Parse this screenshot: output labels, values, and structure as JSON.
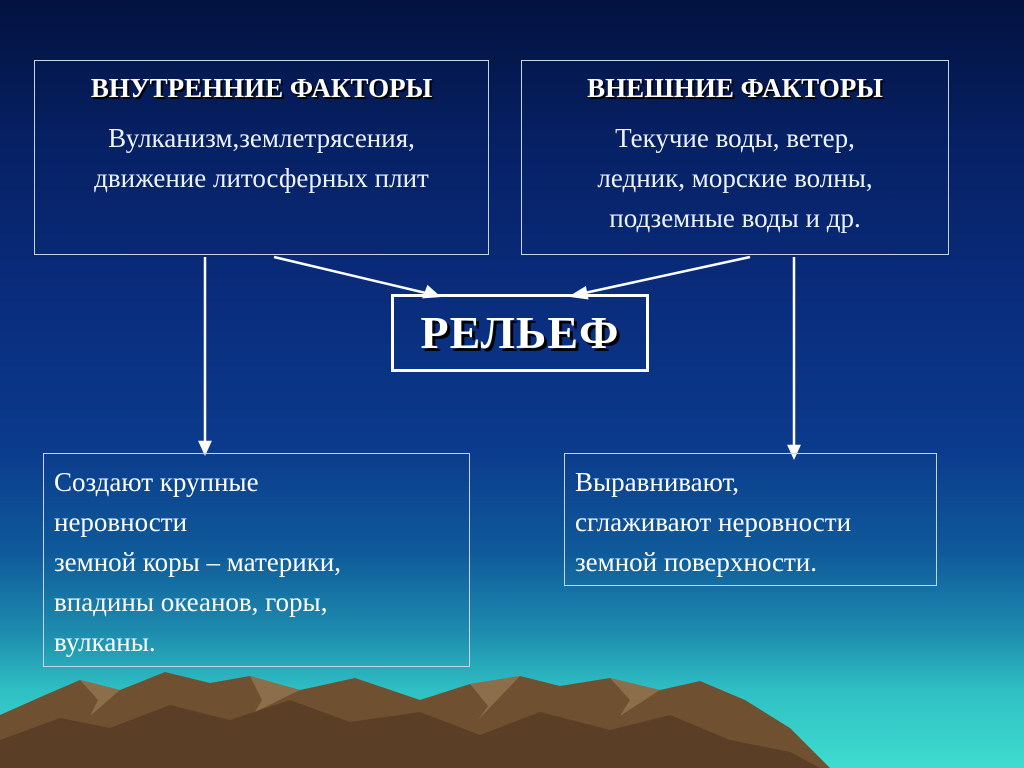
{
  "internal_factors": {
    "title": "ВНУТРЕННИЕ ФАКТОРЫ",
    "lines": [
      "Вулканизм,землетрясения,",
      "движение литосферных плит"
    ]
  },
  "external_factors": {
    "title": "ВНЕШНИЕ ФАКТОРЫ",
    "lines": [
      "Текучие воды, ветер,",
      "ледник, морские волны,",
      "подземные воды и др."
    ]
  },
  "relief": {
    "label": "РЕЛЬЕФ"
  },
  "internal_effect": {
    "lines": [
      "Создают крупные",
      "неровности",
      "земной коры – материки,",
      "впадины океанов, горы,",
      "вулканы."
    ]
  },
  "external_effect": {
    "lines": [
      "Выравнивают,",
      "сглаживают неровности",
      "земной поверхности."
    ]
  },
  "colors": {
    "background_top": "#03123f",
    "background_bottom": "#3fdccf",
    "text": "#ffffff",
    "border": "#c9d3e8",
    "mountain": "#7a5a3a"
  }
}
